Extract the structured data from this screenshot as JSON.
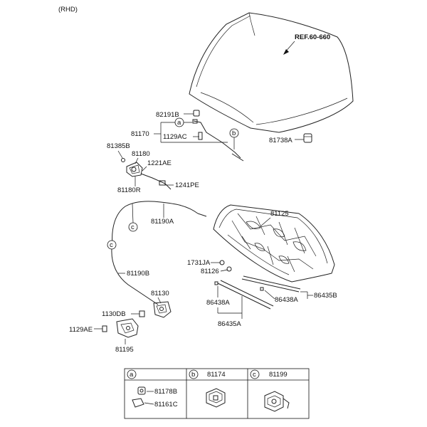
{
  "header": {
    "variant": "(RHD)"
  },
  "ref_label": "REF.60-660",
  "labels": {
    "p82191B": "82191B",
    "p81170": "81170",
    "p1129AC": "1129AC",
    "p81738A": "81738A",
    "p81385B": "81385B",
    "p81180": "81180",
    "p1221AE": "1221AE",
    "p81180R": "81180R",
    "p1241PE": "1241PE",
    "p81190A": "81190A",
    "p81125": "81125",
    "p1731JA": "1731JA",
    "p81126": "81126",
    "p81190B": "81190B",
    "p81130": "81130",
    "p86438A_left": "86438A",
    "p86438A_right": "86438A",
    "p86435B": "86435B",
    "p86435A": "86435A",
    "p1130DB": "1130DB",
    "p1129AE": "1129AE",
    "p81195": "81195"
  },
  "callouts": {
    "a": "a",
    "b": "b",
    "c": "c"
  },
  "legend": {
    "a": {
      "key": "a",
      "parts": [
        "81178B",
        "81161C"
      ]
    },
    "b": {
      "key": "b",
      "part": "81174"
    },
    "c": {
      "key": "c",
      "part": "81199"
    }
  }
}
